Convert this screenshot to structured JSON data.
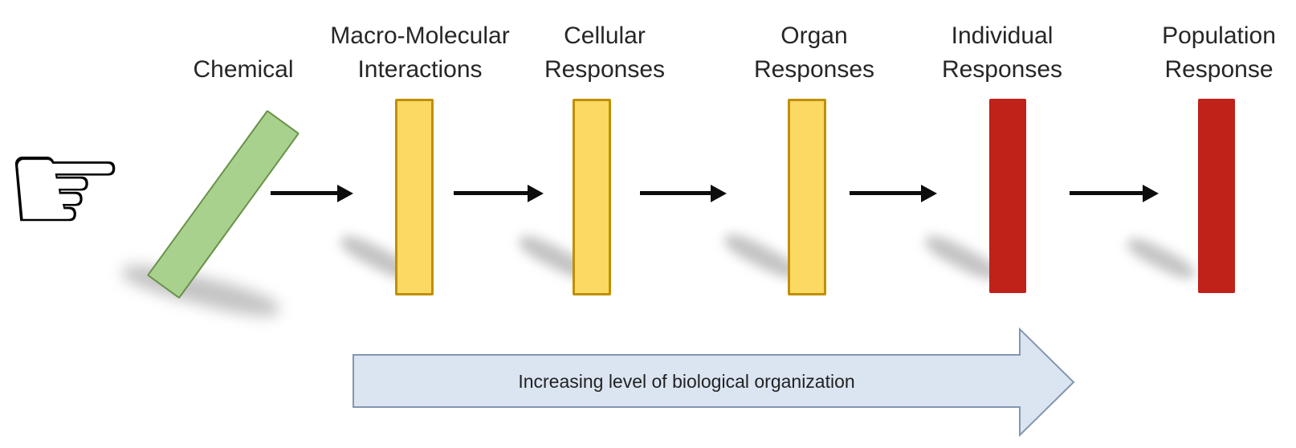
{
  "stages": [
    {
      "id": "chemical",
      "lines": [
        "Chemical"
      ],
      "bar_color": "#a9d18e",
      "bar_border": "#69914a"
    },
    {
      "id": "macro-molecular-interactions",
      "lines": [
        "Macro-Molecular",
        "Interactions"
      ],
      "bar_color": "#fbd963",
      "bar_border": "#bf9000"
    },
    {
      "id": "cellular-responses",
      "lines": [
        "Cellular",
        "Responses"
      ],
      "bar_color": "#fbd963",
      "bar_border": "#bf9000"
    },
    {
      "id": "organ-responses",
      "lines": [
        "Organ",
        "Responses"
      ],
      "bar_color": "#fbd963",
      "bar_border": "#bf9000"
    },
    {
      "id": "individual-responses",
      "lines": [
        "Individual",
        "Responses"
      ],
      "bar_color": "#c02119",
      "bar_border": "#c02119"
    },
    {
      "id": "population-response",
      "lines": [
        "Population",
        "Response"
      ],
      "bar_color": "#c02119",
      "bar_border": "#c02119"
    }
  ],
  "flow_arrow": {
    "label": "Increasing level of biological organization",
    "fill": "#dbe5f1",
    "border": "#8496b0"
  },
  "step_arrow_color": "#0d0d0d",
  "hand_icon": {
    "glyph": "☞"
  }
}
